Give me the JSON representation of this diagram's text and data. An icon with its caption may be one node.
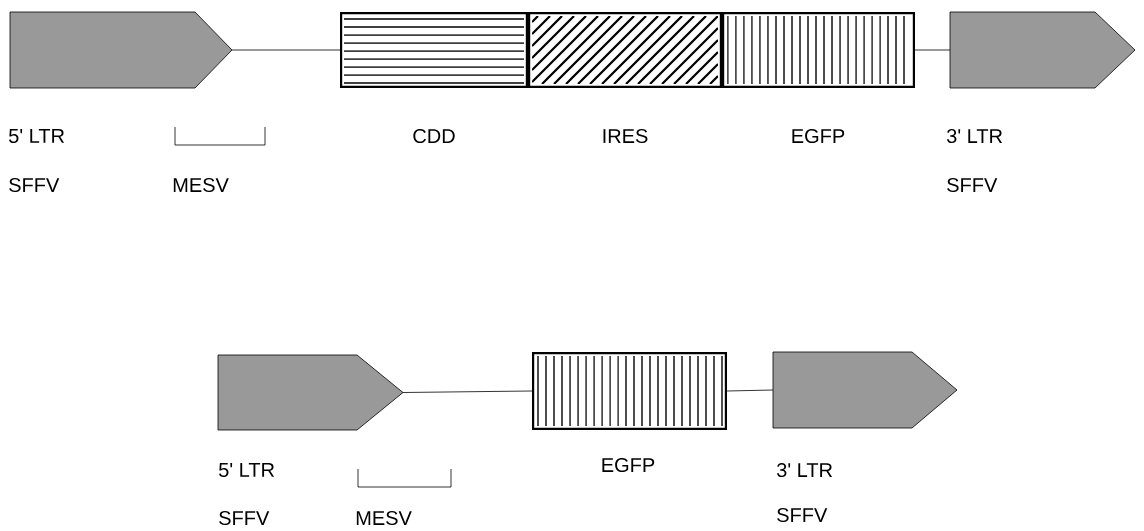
{
  "diagram": {
    "nodes": [
      {
        "text": [
          "5' LTR",
          "SFFV"
        ]
      },
      {
        "text": [
          "CDD"
        ]
      },
      {
        "text": [
          "IRES"
        ]
      },
      {
        "text": [
          "EGFP"
        ]
      },
      {
        "text": [
          "3' LTR",
          "SFFV"
        ]
      },
      {
        "text": [
          "5' LTR",
          "SFFV"
        ]
      },
      {
        "text": [
          "EGFP"
        ]
      },
      {
        "text": [
          "3' LTR",
          "SFFV"
        ]
      }
    ],
    "edges": [
      {
        "from": 0,
        "to": 1,
        "arrow": "none"
      },
      {
        "from": 3,
        "to": 4,
        "arrow": "none"
      },
      {
        "from": 5,
        "to": 6,
        "arrow": "none"
      },
      {
        "from": 6,
        "to": 7,
        "arrow": "none"
      }
    ],
    "labels": [
      "MESV",
      "MESV"
    ]
  }
}
